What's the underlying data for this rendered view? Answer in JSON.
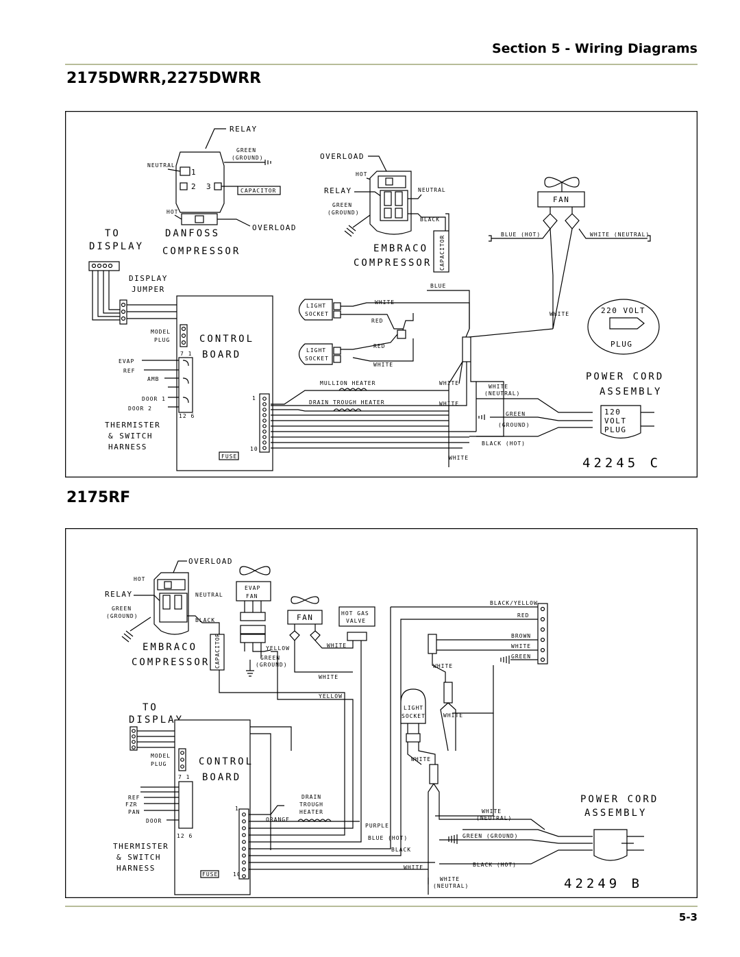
{
  "header": {
    "section_title": "Section 5 - Wiring Diagrams"
  },
  "diagram1": {
    "title": "2175DWRR,2275DWRR",
    "relay": "RELAY",
    "green_ground": [
      "GREEN",
      "(GROUND)"
    ],
    "neutral": "NEUTRAL",
    "pin1": "1",
    "pin2": "2",
    "pin3": "3",
    "capacitor": "CAPACITOR",
    "hot": "HOT",
    "overload": "OVERLOAD",
    "to_display": [
      "TO",
      "DISPLAY"
    ],
    "danfoss_compressor": [
      "DANFOSS",
      "COMPRESSOR"
    ],
    "overload2": "OVERLOAD",
    "hot2": "HOT",
    "relay2": "RELAY",
    "neutral2": "NEUTRAL",
    "green_ground2": [
      "GREEN",
      "(GROUND)"
    ],
    "black": "BLACK",
    "embraco_compressor": [
      "EMBRACO",
      "COMPRESSOR"
    ],
    "capacitor_v": "CAPACITOR",
    "fan": "FAN",
    "blue_hot": "BLUE (HOT)",
    "white_neutral": "WHITE (NEUTRAL)",
    "blue": "BLUE",
    "display_jumper": [
      "DISPLAY",
      "JUMPER"
    ],
    "light_socket_1": [
      "LIGHT",
      "SOCKET"
    ],
    "light_socket_2": [
      "LIGHT",
      "SOCKET"
    ],
    "white_a": "WHITE",
    "red_a": "RED",
    "red_b": "RED",
    "white_b": "WHITE",
    "white_c": "WHITE",
    "volt220": "220 VOLT",
    "plug220": "PLUG",
    "model_plug": [
      "MODEL",
      "PLUG"
    ],
    "control_board": [
      "CONTROL",
      "BOARD"
    ],
    "board_top_nums": "7 1",
    "evap": "EVAP",
    "ref": "REF",
    "amb": "AMB",
    "door1": "DOOR 1",
    "door2": "DOOR 2",
    "board_bot_nums": "12 6",
    "thermister": [
      "THERMISTER",
      "& SWITCH",
      "HARNESS"
    ],
    "mullion_heater": "MULLION HEATER",
    "drain_trough_heater": "DRAIN TROUGH HEATER",
    "white_d": "WHITE",
    "white_e": "WHITE",
    "white_neutral2": [
      "WHITE",
      "(NEUTRAL)"
    ],
    "power_cord_assembly": [
      "POWER CORD",
      "ASSEMBLY"
    ],
    "green_ground3": [
      "GREEN",
      "(GROUND)"
    ],
    "volt120": [
      "120",
      "VOLT",
      "PLUG"
    ],
    "black_hot": "BLACK (HOT)",
    "white_f": "WHITE",
    "pin_one": "1",
    "pin_ten": "10",
    "fuse": "FUSE",
    "drawing_no": "42245 C"
  },
  "diagram2": {
    "title": "2175RF",
    "overload": "OVERLOAD",
    "hot": "HOT",
    "relay": "RELAY",
    "neutral": "NEUTRAL",
    "green_ground": [
      "GREEN",
      "(GROUND)"
    ],
    "black": "BLACK",
    "embraco_compressor": [
      "EMBRACO",
      "COMPRESSOR"
    ],
    "capacitor_v": "CAPACITOR",
    "evap_fan": [
      "EVAP",
      "FAN"
    ],
    "fan": "FAN",
    "hot_gas_valve": [
      "HOT GAS",
      "VALVE"
    ],
    "yellow": "YELLOW",
    "white_a": "WHITE",
    "green_ground2": [
      "GREEN",
      "(GROUND)"
    ],
    "white_b": "WHITE",
    "yellow_b": "YELLOW",
    "black_yellow": "BLACK/YELLOW",
    "red": "RED",
    "brown": "BROWN",
    "white_c": "WHITE",
    "green": "GREEN",
    "white_d": "WHITE",
    "to_display": [
      "TO",
      "DISPLAY"
    ],
    "light_socket": [
      "LIGHT",
      "SOCKET"
    ],
    "white_e": "WHITE",
    "white_f": "WHITE",
    "model_plug": [
      "MODEL",
      "PLUG"
    ],
    "control_board": [
      "CONTROL",
      "BOARD"
    ],
    "board_top_nums": "7 1",
    "ref": "REF",
    "fzr": "FZR",
    "pan": "PAN",
    "door": "DOOR",
    "board_bot_nums": "12 6",
    "drain_trough_heater": [
      "DRAIN",
      "TROUGH",
      "HEATER"
    ],
    "orange": "ORANGE",
    "purple": "PURPLE",
    "blue_hot": "BLUE (HOT)",
    "black_b": "BLACK",
    "white_g": "WHITE",
    "thermister": [
      "THERMISTER",
      "& SWITCH",
      "HARNESS"
    ],
    "white_neutral": [
      "WHITE",
      "(NEUTRAL)"
    ],
    "power_cord_assembly": [
      "POWER CORD",
      "ASSEMBLY"
    ],
    "green_ground3": "GREEN (GROUND)",
    "black_hot": "BLACK (HOT)",
    "white_neutral2": [
      "WHITE",
      "(NEUTRAL)"
    ],
    "pin_one": "1",
    "pin_ten": "10",
    "fuse": "FUSE",
    "drawing_no": "42249 B"
  },
  "footer": {
    "page_number": "5-3"
  }
}
